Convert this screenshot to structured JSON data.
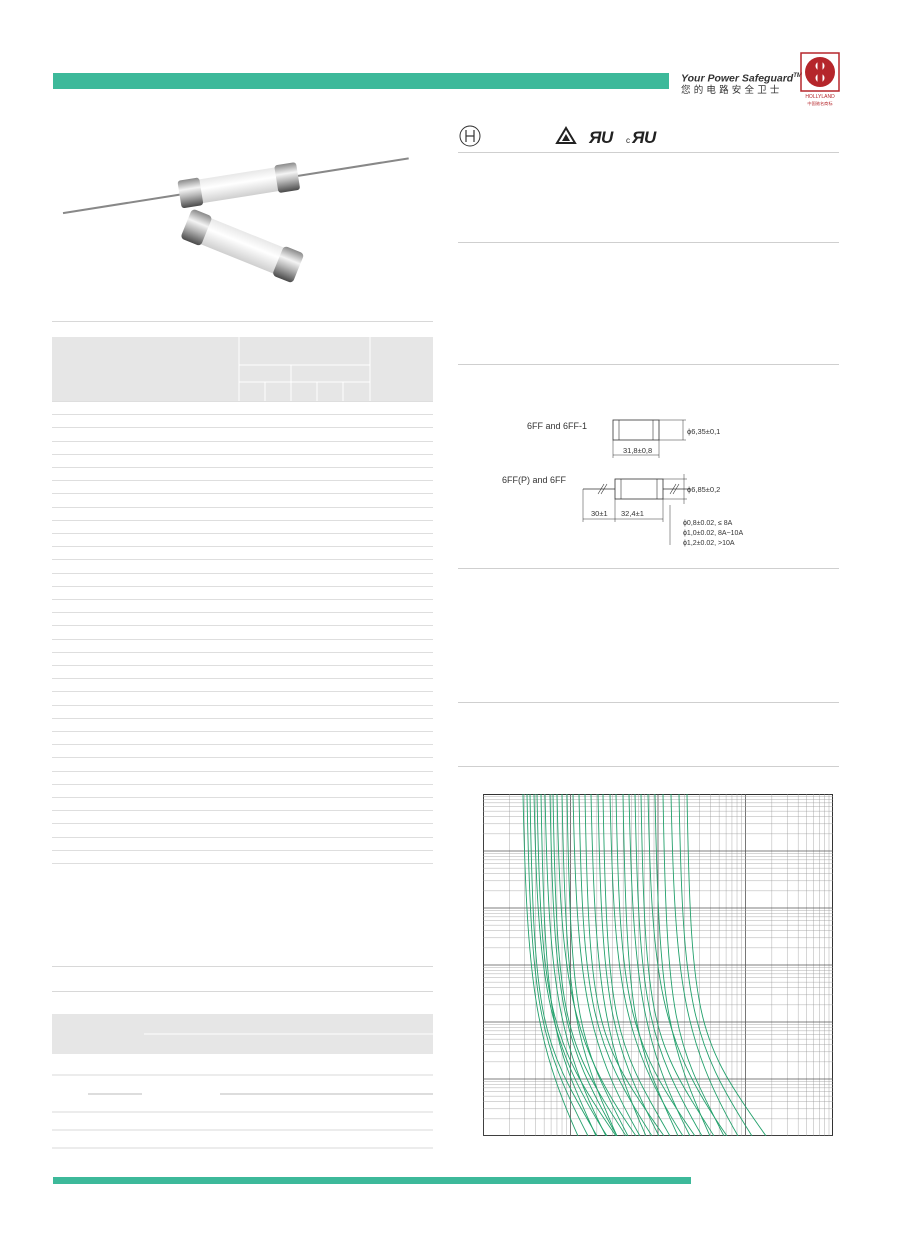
{
  "header": {
    "tagline": "Your Power Safeguard",
    "tagline_tm": "TM",
    "tagline_cn": "您的电路安全卫士",
    "logo_name": "HOLLYLAND",
    "logo_caption": "中国驰名商标"
  },
  "colors": {
    "accent": "#3db99a",
    "curve": "#22a06b",
    "logo_red": "#b5262b"
  },
  "certifications": [
    "H-mark",
    "delta-mark",
    "UR-mark",
    "cUR-mark"
  ],
  "dimensions": {
    "label_a": "6FF and 6FF-1",
    "label_b": "6FF(P) and 6FF",
    "dia_a": "ϕ6,35±0,1",
    "len_a": "31,8±0,8",
    "dia_b": "ϕ6,85±0,2",
    "lead_len": "30±1",
    "body_len": "32,4±1",
    "wire_1": "ϕ0,8±0.02, ≤ 8A",
    "wire_2": "ϕ1,0±0.02, 8A~10A",
    "wire_3": "ϕ1,2±0.02, >10A"
  }
}
